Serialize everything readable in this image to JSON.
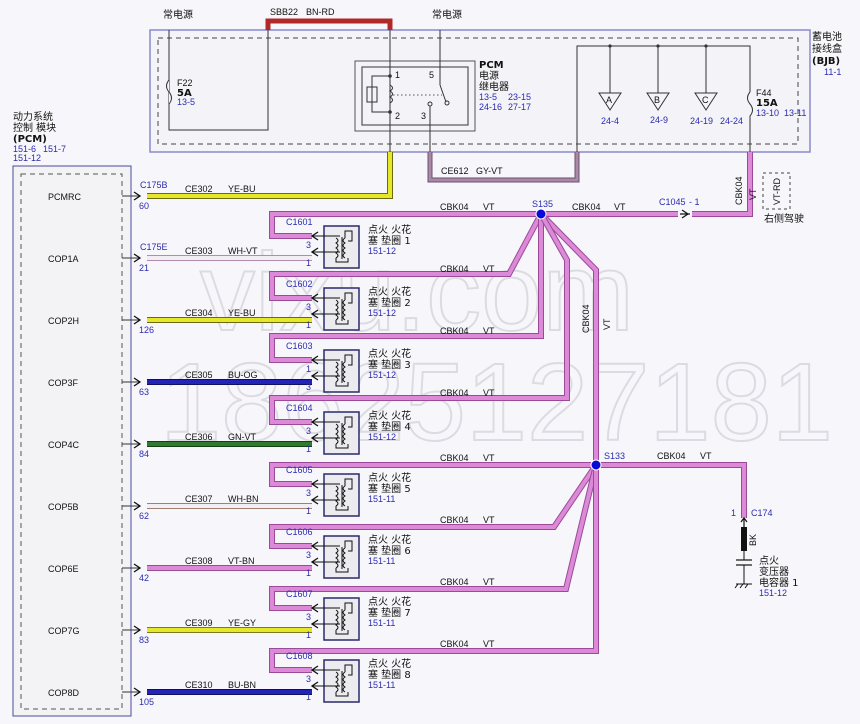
{
  "colors": {
    "wire_vt": "#dc8ad8",
    "wire_vt_edge": "#9a4a98",
    "wire_ye": "#e6e62a",
    "wire_bu": "#2323b8",
    "wire_gn": "#2e7a2e",
    "wire_wh": "#f2eef2",
    "wire_wh_vt_edge": "#b28ab2",
    "wire_wh_bn_edge": "#a08070",
    "wire_bn_rd": "#b02828",
    "wire_gy_vt": "#9a7a9a",
    "wire_bk": "#111111",
    "splice": "#0a0ad8",
    "module_border": "#6b6bc8",
    "ref_text": "#2b2bb0"
  },
  "top": {
    "power_label_left": "常电源",
    "power_label_right": "常电源",
    "sbb_label": "SBB22",
    "sbb_color": "BN-RD"
  },
  "bjb": {
    "title_line1": "蓄电池",
    "title_line2": "接线盒",
    "title_line3": "(BJB)",
    "ref": "11-1",
    "fuse_f22": {
      "name": "F22",
      "rating": "5A",
      "ref": "13-5"
    },
    "fuse_f44": {
      "name": "F44",
      "rating": "15A",
      "ref1": "13-10",
      "ref2": "13-11"
    },
    "grounds": [
      {
        "label": "A",
        "ref": "24-4"
      },
      {
        "label": "B",
        "ref": "24-9"
      },
      {
        "label": "C",
        "ref": "24-19"
      }
    ],
    "extra_ref": "24-24"
  },
  "relay": {
    "title": "PCM",
    "line2": "电源",
    "line3": "继电器",
    "refs": [
      "13-5",
      "23-15",
      "24-16",
      "27-17"
    ],
    "pins": [
      "1",
      "2",
      "3",
      "5"
    ]
  },
  "relay_wire": {
    "circuit": "CE612",
    "color": "GY-VT"
  },
  "pcm": {
    "title_line1": "动力系统",
    "title_line2": "控制 模块",
    "title_line3": "(PCM)",
    "refs": [
      "151-6",
      "151-7",
      "151-12"
    ],
    "pins": [
      {
        "name": "PCMRC",
        "pin": "60",
        "connector": "C175B",
        "circuit": "CE302",
        "color": "YE-BU"
      },
      {
        "name": "COP1A",
        "pin": "21",
        "connector": "C175E",
        "circuit": "CE303",
        "color": "WH-VT"
      },
      {
        "name": "COP2H",
        "pin": "126",
        "connector": "",
        "circuit": "CE304",
        "color": "YE-BU"
      },
      {
        "name": "COP3F",
        "pin": "63",
        "connector": "",
        "circuit": "CE305",
        "color": "BU-OG"
      },
      {
        "name": "COP4C",
        "pin": "84",
        "connector": "",
        "circuit": "CE306",
        "color": "GN-VT"
      },
      {
        "name": "COP5B",
        "pin": "62",
        "connector": "",
        "circuit": "CE307",
        "color": "WH-BN"
      },
      {
        "name": "COP6E",
        "pin": "42",
        "connector": "",
        "circuit": "CE308",
        "color": "VT-BN"
      },
      {
        "name": "COP7G",
        "pin": "83",
        "connector": "",
        "circuit": "CE309",
        "color": "YE-GY"
      },
      {
        "name": "COP8D",
        "pin": "105",
        "connector": "",
        "circuit": "CE310",
        "color": "BU-BN"
      }
    ]
  },
  "coils": [
    {
      "connector": "C1601",
      "line1": "点火 火花",
      "line2": "塞 垫圈 1",
      "ref": "151-12",
      "pin_top": "3",
      "pin_bot": "1"
    },
    {
      "connector": "C1602",
      "line1": "点火 火花",
      "line2": "塞 垫圈 2",
      "ref": "151-12",
      "pin_top": "3",
      "pin_bot": "1"
    },
    {
      "connector": "C1603",
      "line1": "点火 火花",
      "line2": "塞 垫圈 3",
      "ref": "151-12",
      "pin_top": "1",
      "pin_bot": "3"
    },
    {
      "connector": "C1604",
      "line1": "点火 火花",
      "line2": "塞 垫圈 4",
      "ref": "151-12",
      "pin_top": "3",
      "pin_bot": "1"
    },
    {
      "connector": "C1605",
      "line1": "点火 火花",
      "line2": "塞 垫圈 5",
      "ref": "151-11",
      "pin_top": "3",
      "pin_bot": "1"
    },
    {
      "connector": "C1606",
      "line1": "点火 火花",
      "line2": "塞 垫圈 6",
      "ref": "151-11",
      "pin_top": "3",
      "pin_bot": "1"
    },
    {
      "connector": "C1607",
      "line1": "点火 火花",
      "line2": "塞 垫圈 7",
      "ref": "151-11",
      "pin_top": "3",
      "pin_bot": "1"
    },
    {
      "connector": "C1608",
      "line1": "点火 火花",
      "line2": "塞 垫圈 8",
      "ref": "151-11",
      "pin_top": "3",
      "pin_bot": "1"
    }
  ],
  "feed": {
    "circuit": "CBK04",
    "color": "VT"
  },
  "splices": {
    "s135": "S135",
    "s133": "S133"
  },
  "c1045": {
    "connector": "C1045",
    "pin": "- 1"
  },
  "rhd": {
    "option_color": "VT-RD",
    "label": "右侧驾驶"
  },
  "capacitor": {
    "connector": "C174",
    "pin": "1",
    "wire_color": "BK",
    "line1": "点火",
    "line2": "变压器",
    "line3": "电容器 1",
    "ref": "151-12"
  },
  "watermark": {
    "line1": "vixu.com",
    "line2": "18625127181"
  }
}
